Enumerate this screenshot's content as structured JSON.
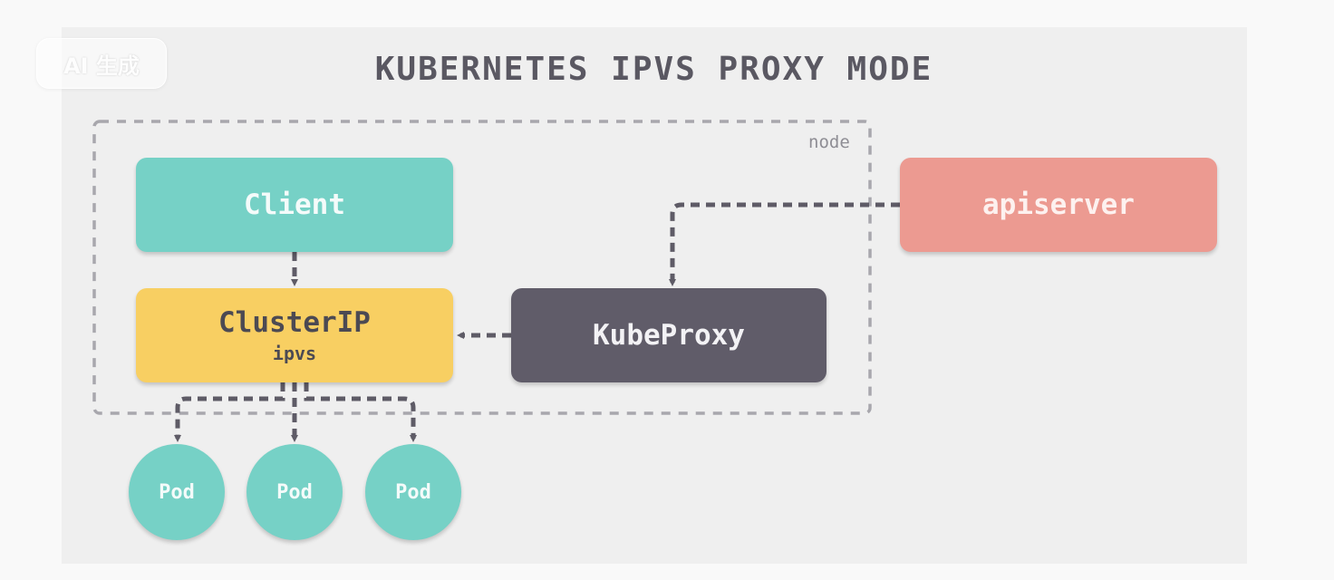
{
  "watermark": "AI 生成",
  "title": "KUBERNETES IPVS PROXY MODE",
  "node_label": "node",
  "nodes": {
    "client": "Client",
    "clusterip": {
      "label": "ClusterIP",
      "sublabel": "ipvs"
    },
    "kubeproxy": "KubeProxy",
    "apiserver": "apiserver",
    "pods": [
      "Pod",
      "Pod",
      "Pod"
    ]
  },
  "colors": {
    "teal": "#76d1c6",
    "yellow": "#f8cf62",
    "dark": "#605c69",
    "salmon": "#ec9a91",
    "line": "#5e5b66"
  }
}
